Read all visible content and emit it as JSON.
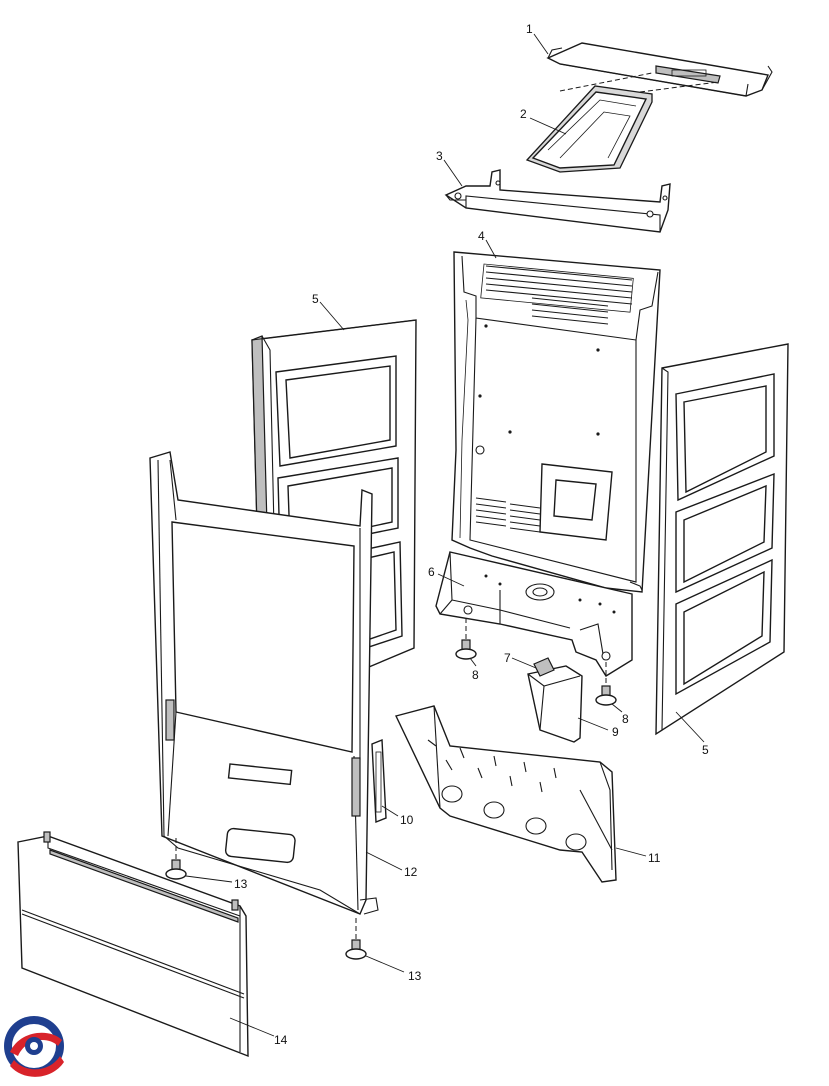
{
  "diagram": {
    "callouts": [
      {
        "id": "c1",
        "label": "1"
      },
      {
        "id": "c2",
        "label": "2"
      },
      {
        "id": "c3",
        "label": "3"
      },
      {
        "id": "c4",
        "label": "4"
      },
      {
        "id": "c5a",
        "label": "5"
      },
      {
        "id": "c5b",
        "label": "5"
      },
      {
        "id": "c6",
        "label": "6"
      },
      {
        "id": "c7",
        "label": "7"
      },
      {
        "id": "c8a",
        "label": "8"
      },
      {
        "id": "c8b",
        "label": "8"
      },
      {
        "id": "c9",
        "label": "9"
      },
      {
        "id": "c10",
        "label": "10"
      },
      {
        "id": "c11",
        "label": "11"
      },
      {
        "id": "c12",
        "label": "12"
      },
      {
        "id": "c13a",
        "label": "13"
      },
      {
        "id": "c13b",
        "label": "13"
      },
      {
        "id": "c14",
        "label": "14"
      }
    ]
  },
  "logo": {
    "name": "brand-logo",
    "colors": {
      "blue": "#1f3f8f",
      "red": "#d8232a"
    }
  }
}
